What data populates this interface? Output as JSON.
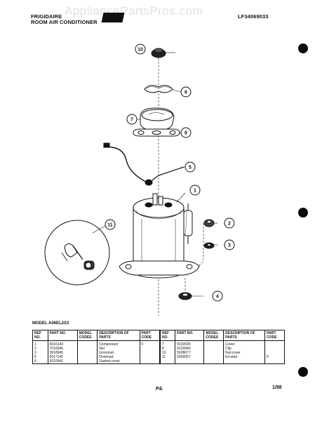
{
  "header": {
    "brand_line1": "FRIGIDAIRE",
    "brand_line2": "ROOM AIR CONDITIONER",
    "doc_number": "LF34069033"
  },
  "watermark": "AppliancePartsPros.com",
  "callouts": [
    "1",
    "3",
    "4",
    "5",
    "6",
    "7",
    "8",
    "10",
    "11",
    "2"
  ],
  "model_label": "MODEL A06EL2S3",
  "table": {
    "headers": {
      "ref_no": "REF NO.",
      "part_no": "PART NO.",
      "model_codes": "MODEL CODES",
      "description": "DESCRIPTION OF PARTS",
      "part_code": "PART CODE"
    },
    "left_rows": [
      {
        "ref": "1",
        "part": "5016143",
        "model": "",
        "desc": "Compressor",
        "code": "F"
      },
      {
        "ref": "2",
        "part": "7016046",
        "model": "",
        "desc": "Nut",
        "code": ""
      },
      {
        "ref": "3",
        "part": "3018945",
        "model": "",
        "desc": "Grommet",
        "code": ""
      },
      {
        "ref": "5",
        "part": "5017141",
        "model": "",
        "desc": "Overload",
        "code": ""
      },
      {
        "ref": "6",
        "part": "5010941",
        "model": "",
        "desc": "Gasket-cover",
        "code": ""
      }
    ],
    "right_rows": [
      {
        "ref": "7",
        "part": "5010939",
        "model": "",
        "desc": "Cover",
        "code": ""
      },
      {
        "ref": "8",
        "part": "5010940",
        "model": "",
        "desc": "Clip",
        "code": ""
      },
      {
        "ref": "10",
        "part": "5008077",
        "model": "",
        "desc": "Nut-cover",
        "code": ""
      },
      {
        "ref": "11",
        "part": "5950057",
        "model": "",
        "desc": "Kit-start",
        "code": "F"
      }
    ]
  },
  "footer": {
    "center": "P&",
    "page": "1/88"
  }
}
